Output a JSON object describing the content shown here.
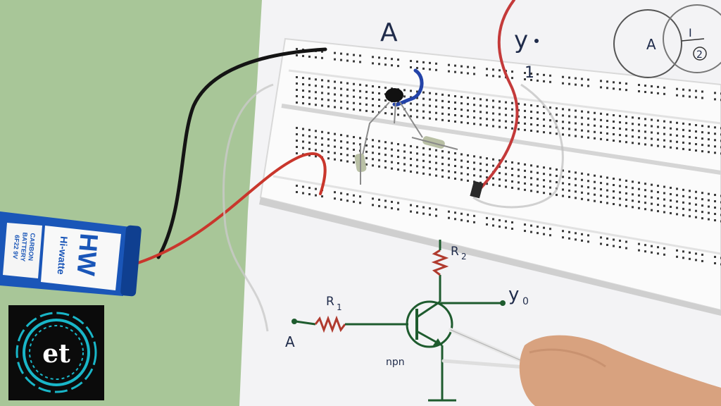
{
  "breadboard": {
    "label_top": "A",
    "label_right": "y",
    "label_right_sub": "1"
  },
  "venn": {
    "left": "A",
    "right_top": "I",
    "right_bottom": "2"
  },
  "battery": {
    "brand": "HW",
    "model": "Hi-watte",
    "side_line1": "6F22 9V",
    "side_line2": "BATTERY",
    "side_line3": "CARBON"
  },
  "schematic": {
    "input_label": "A",
    "resistor1_label": "R",
    "resistor1_sub": "1",
    "resistor2_label": "R",
    "resistor2_sub": "2",
    "output_label": "y",
    "output_sub": "0",
    "transistor_label": "npn"
  },
  "logo": {
    "text": "et"
  },
  "colors": {
    "paper": "#f4f4f6",
    "background": "#a9c79a",
    "battery_blue": "#1a56b8",
    "wire_red": "#c8372f",
    "wire_black": "#151515",
    "logo_ring": "#19b6c8"
  }
}
